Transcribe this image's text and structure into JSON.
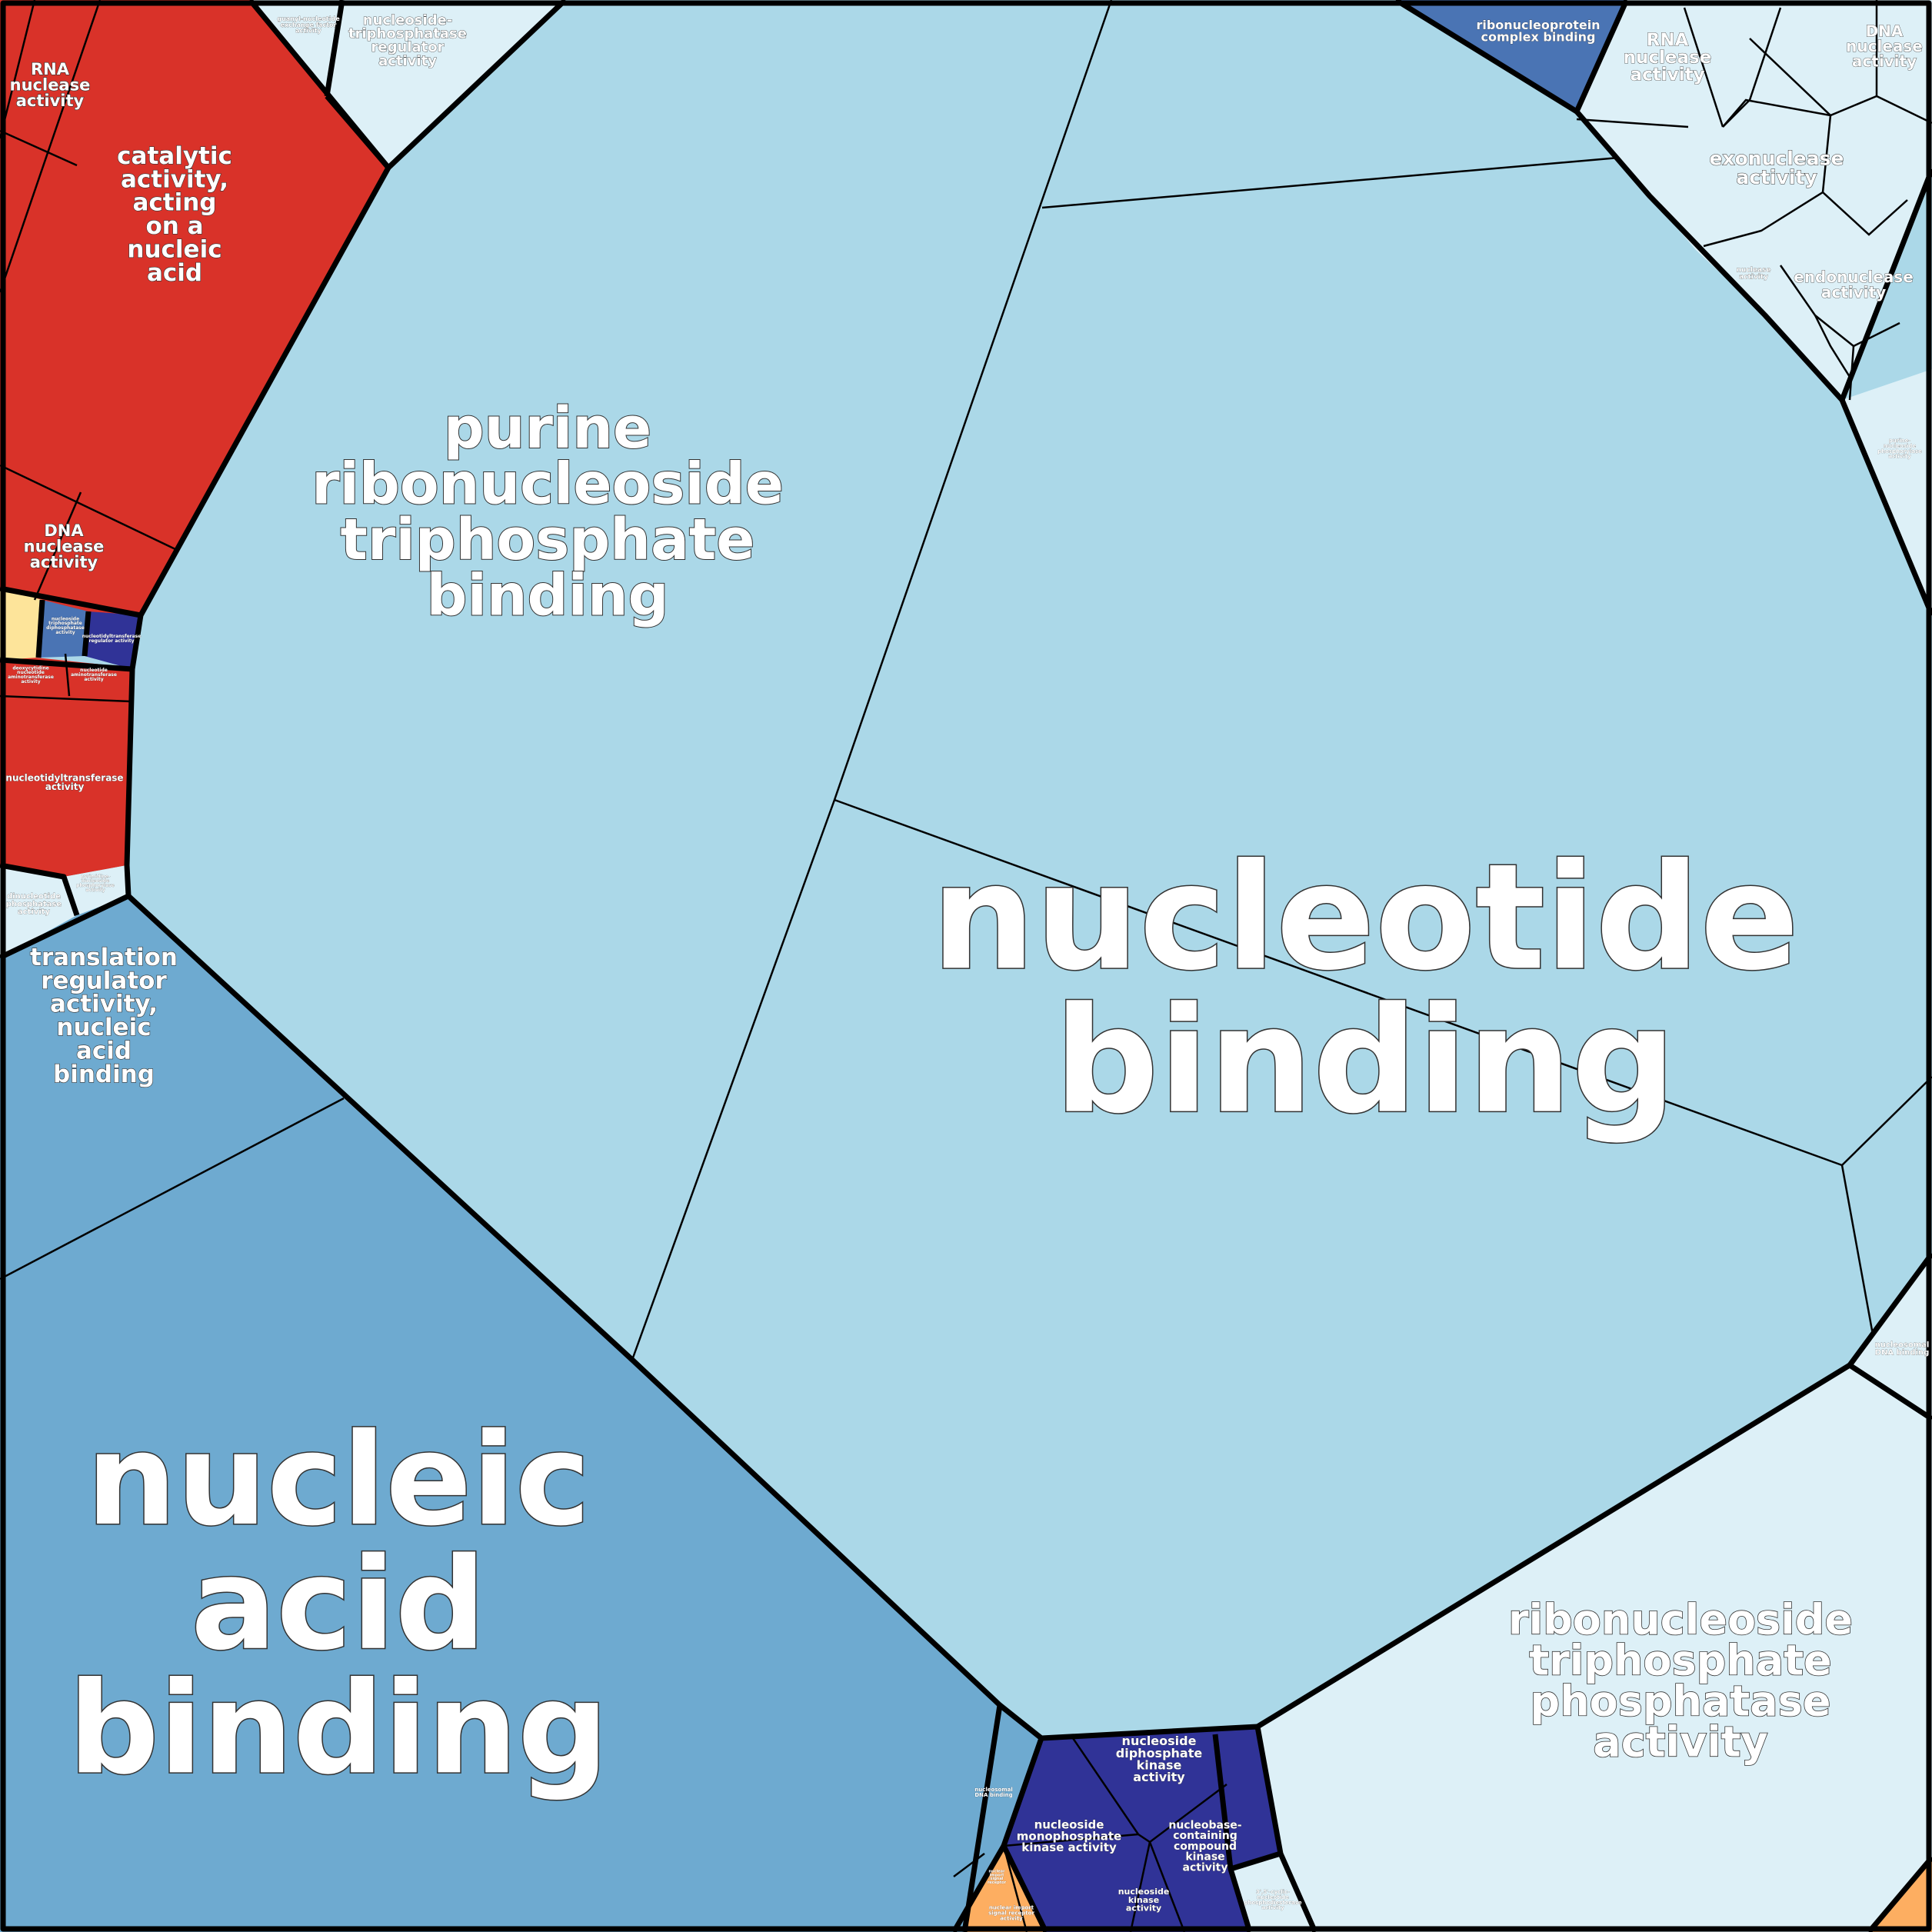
{
  "colors": {
    "red": "#d93229",
    "light_blue": "#abd8e8",
    "mid_blue": "#6eaad0",
    "pale_blue": "#ddf0f7",
    "royal_blue": "#4a74b4",
    "navy": "#303397",
    "yellow": "#fde49a",
    "orange": "#fdae61",
    "border": "#000000",
    "label": "#ffffff"
  },
  "labels": {
    "nucleotide_binding": [
      "nucleotide",
      "binding"
    ],
    "nucleic_acid_binding": [
      "nucleic",
      "acid",
      "binding"
    ],
    "purine_ribonucleoside_triphosphate_binding": [
      "purine",
      "ribonucleoside",
      "triphosphate",
      "binding"
    ],
    "ribonucleoside_triphosphate_phosphatase_activity": [
      "ribonucleoside",
      "triphosphate",
      "phosphatase",
      "activity"
    ],
    "catalytic_activity_nucleic_acid": [
      "catalytic",
      "activity,",
      "acting",
      "on a",
      "nucleic",
      "acid"
    ],
    "translation_regulator_activity": [
      "translation",
      "regulator",
      "activity,",
      "nucleic",
      "acid",
      "binding"
    ],
    "rna_nuclease_activity_left": [
      "RNA",
      "nuclease",
      "activity"
    ],
    "dna_nuclease_activity_left": [
      "DNA",
      "nuclease",
      "activity"
    ],
    "nucleotidyltransferase_activity": [
      "nucleotidyltransferase",
      "activity"
    ],
    "nucleoside_triphosphatase_regulator_activity": [
      "nucleoside-",
      "triphosphatase",
      "regulator",
      "activity"
    ],
    "guanyl_nucleotide_exchange_factor_activity": [
      "guanyl-nucleotide",
      "exchange factor",
      "activity"
    ],
    "ribonucleoprotein_complex_binding": [
      "ribonucleoprotein",
      "complex binding"
    ],
    "rna_nuclease_activity_right": [
      "RNA",
      "nuclease",
      "activity"
    ],
    "dna_nuclease_activity_right": [
      "DNA",
      "nuclease",
      "activity"
    ],
    "exonuclease_activity": [
      "exonuclease",
      "activity"
    ],
    "endonuclease_activity": [
      "endonuclease",
      "activity"
    ],
    "nuclease_activity_small": [
      "nuclease",
      "activity"
    ],
    "purine_nucleoside_phosphorylase_activity": [
      "purine-",
      "nucleoside",
      "phosphorylase",
      "activity"
    ],
    "nucleosomal_dna_binding": [
      "nucleosomal",
      "DNA binding"
    ],
    "nucleoside_diphosphate_kinase_activity": [
      "nucleoside",
      "diphosphate",
      "kinase",
      "activity"
    ],
    "nucleoside_monophosphate_kinase_activity": [
      "nucleoside",
      "monophosphate",
      "kinase activity"
    ],
    "nucleobase_containing_compound_kinase_activity": [
      "nucleobase-",
      "containing",
      "compound",
      "kinase",
      "activity"
    ],
    "nucleoside_kinase_activity": [
      "nucleoside",
      "kinase",
      "activity"
    ],
    "cyclic_nucleotide_phosphodiesterase_activity": [
      "3',5'-cyclic-",
      "nucleotide",
      "phosphodiesterase",
      "activity"
    ],
    "nucleosomal_dna_binding_bottom": [
      "nucleosomal",
      "DNA binding"
    ],
    "dinucleotide_phosphatase_activity": [
      "dinucleotide",
      "phosphatase",
      "activity"
    ],
    "pyrimidine_nucleoside_phosphorylase_activity": [
      "pyrimidine-",
      "nucleoside",
      "phosphorylase",
      "activity"
    ],
    "nucleoside_triphosphate_diphosphatase_activity": [
      "nucleoside",
      "triphosphate",
      "diphosphatase",
      "activity"
    ],
    "ribonucleotide_nucleotidyltransferase_activity": [
      "nucleotidyltransferase",
      "regulator activity"
    ],
    "deoxycytidine_triphosphate_deaminase_activity_a": [
      "deoxycytidine",
      "nucleotide",
      "aminotransferase",
      "activity"
    ],
    "deoxycytidine_triphosphate_deaminase_activity_b": [
      "nucleotide",
      "aminotransferase",
      "activity"
    ],
    "nuclear_import_signal_receptor_activity": [
      "nuclear import",
      "signal receptor",
      "activity"
    ],
    "tiny_orange_terms": [
      "nuclear",
      "import",
      "signal",
      "receptor"
    ]
  }
}
